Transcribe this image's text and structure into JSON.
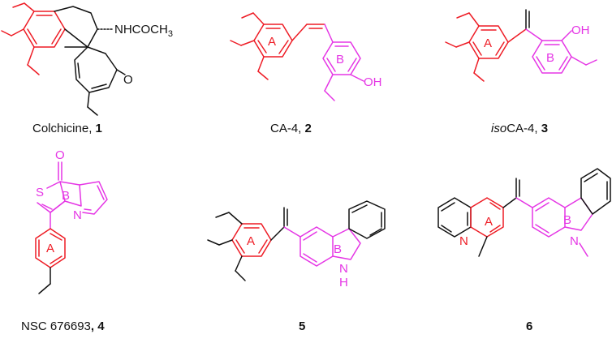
{
  "colors": {
    "ring_a": "#ee1c25",
    "ring_b": "#e536e5",
    "bond": "#111111"
  },
  "compounds": [
    {
      "caption_name": "Colchicine, ",
      "caption_num": "1",
      "group_label": "NHCOCH3",
      "atoms": {
        "o1": "O"
      }
    },
    {
      "caption_name": "CA-4, ",
      "caption_num": "2",
      "ring_a": "A",
      "ring_b": "B",
      "atoms": {
        "oh": "OH"
      }
    },
    {
      "caption_prefix": "iso",
      "caption_name": "CA-4, ",
      "caption_num": "3",
      "ring_a": "A",
      "ring_b": "B",
      "atoms": {
        "oh": "OH"
      }
    },
    {
      "caption_name": "NSC 676693",
      "caption_num": ", 4",
      "ring_a": "A",
      "ring_b": "B",
      "atoms": {
        "o": "O",
        "s": "S",
        "n": "N"
      }
    },
    {
      "caption_num": "5",
      "ring_a": "A",
      "ring_b": "B",
      "atoms": {
        "n": "N",
        "h": "H"
      }
    },
    {
      "caption_num": "6",
      "ring_a": "A",
      "ring_b": "B",
      "atoms": {
        "n1": "N",
        "n2": "N"
      }
    }
  ]
}
